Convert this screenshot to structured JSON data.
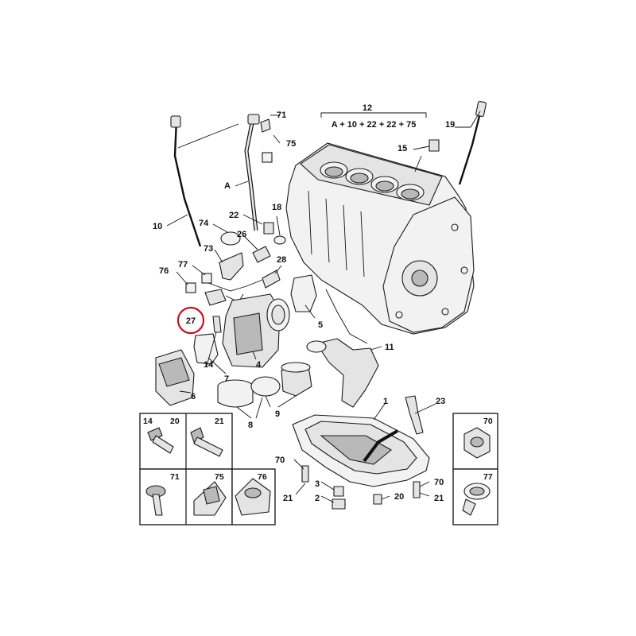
{
  "formula": {
    "number": "12",
    "text": "A + 10 + 22 + 22 + 75"
  },
  "highlight": {
    "label": "27",
    "color": "#c8101e"
  },
  "labels": {
    "l71": "71",
    "l75": "75",
    "l19": "19",
    "l15": "15",
    "lA": "A",
    "l10": "10",
    "l22": "22",
    "l18": "18",
    "l74": "74",
    "l26": "26",
    "l73": "73",
    "l28": "28",
    "l77": "77",
    "l76": "76",
    "l5": "5",
    "l11": "11",
    "l14": "14",
    "l4": "4",
    "l7": "7",
    "l6": "6",
    "l9": "9",
    "l8": "8",
    "l1": "1",
    "l23": "23",
    "l70a": "70",
    "l21a": "21",
    "l3": "3",
    "l2": "2",
    "l20": "20",
    "l70b": "70",
    "l21b": "21"
  },
  "insets": {
    "i14": "14",
    "i20": "20",
    "i21": "21",
    "i71": "71",
    "i75": "75",
    "i76": "76",
    "i70": "70",
    "i77": "77"
  }
}
